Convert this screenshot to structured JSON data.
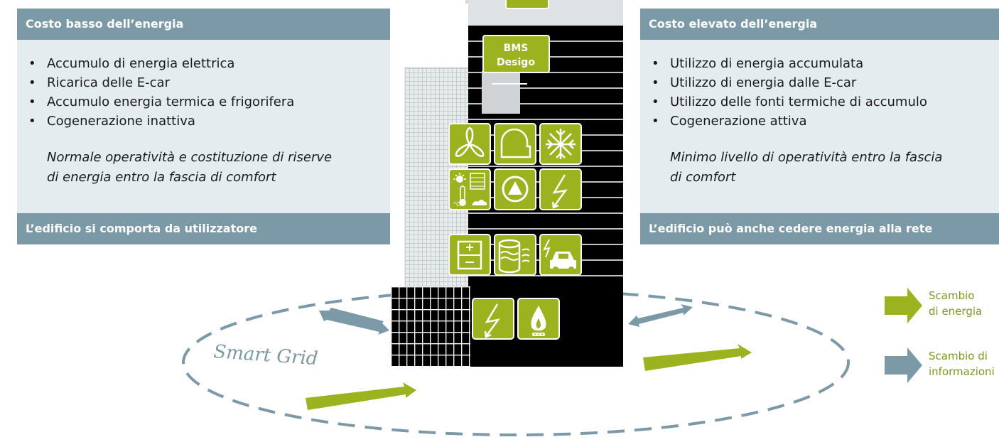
{
  "left_panel": {
    "title": "Costo basso dell’energia",
    "items": [
      "Accumulo di energia elettrica",
      "Ricarica delle E-car",
      "Accumulo energia termica e frigorifera",
      "Cogenerazione inattiva"
    ],
    "note_line1": "Normale operatività e costituzione di riserve",
    "note_line2": "di energia entro la fascia di comfort",
    "footer": "L’edificio si comporta da utilizzatore"
  },
  "right_panel": {
    "title": "Costo elevato dell’energia",
    "items": [
      "Utilizzo di energia accumulata",
      "Utilizzo di energia dalle E-car",
      "Utilizzo delle fonti termiche di accumulo",
      "Cogenerazione attiva"
    ],
    "note_line1": "Minimo livello di operatività entro la fascia",
    "note_line2": "di comfort",
    "footer": "L’edificio può anche cedere energia alla rete"
  },
  "bms": {
    "line1": "BMS",
    "line2": "Desigo"
  },
  "smart_grid_label": "Smart Grid",
  "legend": {
    "energy_line1": "Scambio",
    "energy_line2": "di energia",
    "info_line1": "Scambio di",
    "info_line2": "informazioni"
  },
  "icons": [
    "fan-icon",
    "heating-icon",
    "snowflake-icon",
    "weather-sensors-icon",
    "pump-icon",
    "electricity-icon",
    "battery-icon",
    "thermal-storage-icon",
    "electric-car-icon",
    "grid-power-icon",
    "flame-icon"
  ],
  "colors": {
    "accent_green": "#9cb21f",
    "slate_blue": "#7b99a6",
    "panel_bg": "#e5ecf0",
    "building_black": "#000000"
  }
}
